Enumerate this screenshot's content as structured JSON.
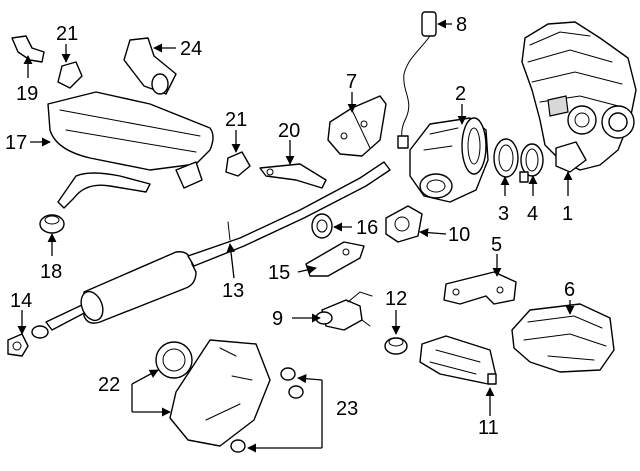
{
  "colors": {
    "line": "#000000",
    "background": "#ffffff",
    "shade": "#d8d8d8"
  },
  "callouts": {
    "c1": "1",
    "c2": "2",
    "c3": "3",
    "c4": "4",
    "c5": "5",
    "c6": "6",
    "c7": "7",
    "c8": "8",
    "c9": "9",
    "c10": "10",
    "c11": "11",
    "c12": "12",
    "c13": "13",
    "c14": "14",
    "c15": "15",
    "c16": "16",
    "c17": "17",
    "c18": "18",
    "c19": "19",
    "c20": "20",
    "c21a": "21",
    "c21b": "21",
    "c22": "22",
    "c23": "23",
    "c24": "24"
  }
}
